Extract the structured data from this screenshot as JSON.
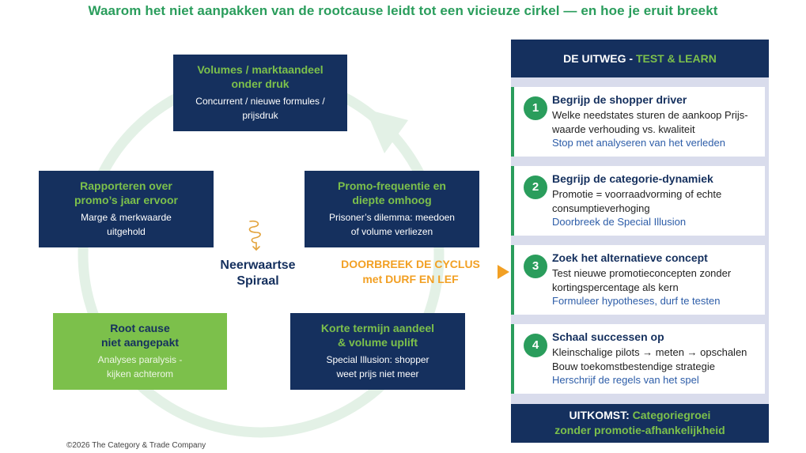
{
  "title": "Waarom het niet aanpakken van de rootcause leidt tot een vicieuze cirkel — en hoe je eruit breekt",
  "cycle": {
    "center_line1": "Neerwaartse",
    "center_line2": "Spiraal",
    "boxes": [
      {
        "heading_1": "Volumes / marktaandeel",
        "heading_2": "onder druk",
        "sub_1": "Concurrent / nieuwe formules /",
        "sub_2": "prijsdruk"
      },
      {
        "heading_1": "Promo-frequentie en",
        "heading_2": "diepte omhoog",
        "sub_1": "Prisoner’s dilemma: meedoen",
        "sub_2": "of volume verliezen"
      },
      {
        "heading_1": "Korte termijn aandeel",
        "heading_2": "& volume uplift",
        "sub_1": "Special Illusion: shopper",
        "sub_2": "weet prijs niet meer"
      },
      {
        "heading_1": "Root cause",
        "heading_2": "niet aangepakt",
        "sub_1": "Analyses paralysis -",
        "sub_2": "kijken achterom"
      },
      {
        "heading_1": "Rapporteren over",
        "heading_2": "promo’s jaar ervoor",
        "sub_1": "Marge & merkwaarde",
        "sub_2": "uitgehold"
      }
    ],
    "colors": {
      "navy": "#15305e",
      "green": "#7cc04b",
      "cycle_arrow": "#e3f1e6"
    }
  },
  "breakout": {
    "line1": "DOORBREEK DE CYCLUS",
    "line2": "met  DURF EN LEF",
    "color": "#f2a024"
  },
  "panel": {
    "header_main": "DE UITWEG - ",
    "header_accent": "TEST & LEARN",
    "steps": [
      {
        "num": "1",
        "title": "Begrijp de shopper driver",
        "desc": "Welke needstates sturen de aankoop Prijs-waarde verhouding vs. kwaliteit",
        "link": "Stop met analyseren van het verleden"
      },
      {
        "num": "2",
        "title": "Begrijp de categorie-dynamiek",
        "desc": "Promotie = voorraadvorming of echte consumptieverhoging",
        "link": "Doorbreek de Special Illusion"
      },
      {
        "num": "3",
        "title": "Zoek het alternatieve concept",
        "desc": "Test nieuwe promotieconcepten zonder kortingspercentage als kern",
        "link": "Formuleer hypotheses, durf te testen"
      },
      {
        "num": "4",
        "title": "Schaal successen op",
        "desc": "Kleinschalige pilots → meten → opschalen Bouw toekomstbestendige strategie",
        "link": "Herschrijf de regels van het spel"
      }
    ],
    "outcome_label": "UITKOMST: ",
    "outcome_line1": "Categoriegroei",
    "outcome_line2": "zonder promotie-afhankelijkheid",
    "accent_color": "#2a9d5c"
  },
  "footer": "©2026 The Category & Trade Company"
}
